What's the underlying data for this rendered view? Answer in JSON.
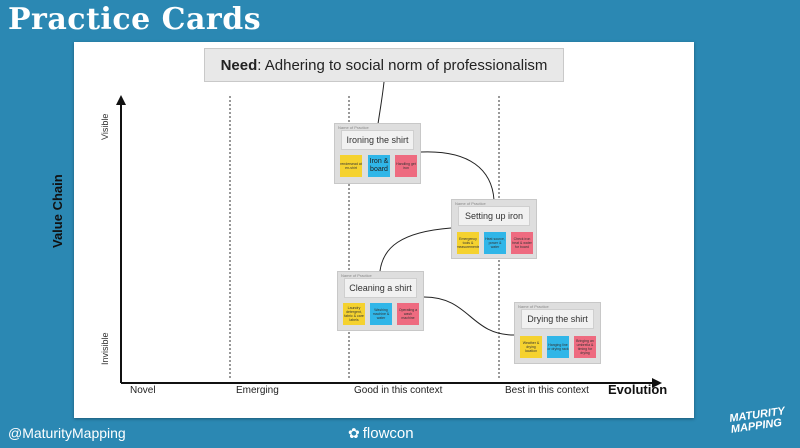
{
  "title": "Practice Cards",
  "need": {
    "prefix": "Need",
    "text": ": Adhering to social norm of professionalism"
  },
  "axes": {
    "x_stages": [
      "Novel",
      "Emerging",
      "Good in this context",
      "Best in this context"
    ],
    "x_title": "Evolution",
    "y_title": "Value Chain",
    "y_top": "Visible",
    "y_bottom": "Invisible"
  },
  "cards": [
    {
      "meta": "Name of Practice",
      "title": "Ironing the shirt",
      "notes": [
        {
          "color": "yellow",
          "text": "rendersead at en-shirt"
        },
        {
          "color": "blue",
          "text": "Iron & board",
          "big": true
        },
        {
          "color": "pink",
          "text": "Handling get iron"
        }
      ]
    },
    {
      "meta": "Name of Practice",
      "title": "Setting up iron",
      "notes": [
        {
          "color": "yellow",
          "text": "Emergency tools & measurements"
        },
        {
          "color": "blue",
          "text": "Heat source, power & water"
        },
        {
          "color": "pink",
          "text": "Check iron heat & water for board"
        }
      ]
    },
    {
      "meta": "Name of Practice",
      "title": "Cleaning a shirt",
      "notes": [
        {
          "color": "yellow",
          "text": "Laundry detergent, fabric & care labels"
        },
        {
          "color": "blue",
          "text": "Washing machine & water"
        },
        {
          "color": "pink",
          "text": "Operating a wash machine"
        }
      ]
    },
    {
      "meta": "Name of Practice",
      "title": "Drying the shirt",
      "notes": [
        {
          "color": "yellow",
          "text": "Weather & drying location"
        },
        {
          "color": "blue",
          "text": "Hanging line or drying rack"
        },
        {
          "color": "pink",
          "text": "Bringing an umbrella & timing for drying"
        }
      ]
    }
  ],
  "footer": {
    "handle": "@MaturityMapping",
    "brand": "flowcon",
    "brand_icon": "flowcon-logo-icon",
    "logo": "MATURITY MAPPING"
  },
  "colors": {
    "background": "#2b88b3",
    "yellow": "#f5d22f",
    "blue": "#30b6e8",
    "pink": "#ee6b80"
  }
}
